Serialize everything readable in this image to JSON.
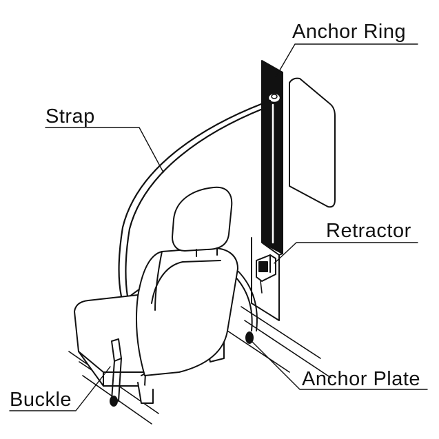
{
  "labels": {
    "anchor_ring": "Anchor Ring",
    "strap": "Strap",
    "retractor": "Retractor",
    "anchor_plate": "Anchor Plate",
    "buckle": "Buckle"
  }
}
